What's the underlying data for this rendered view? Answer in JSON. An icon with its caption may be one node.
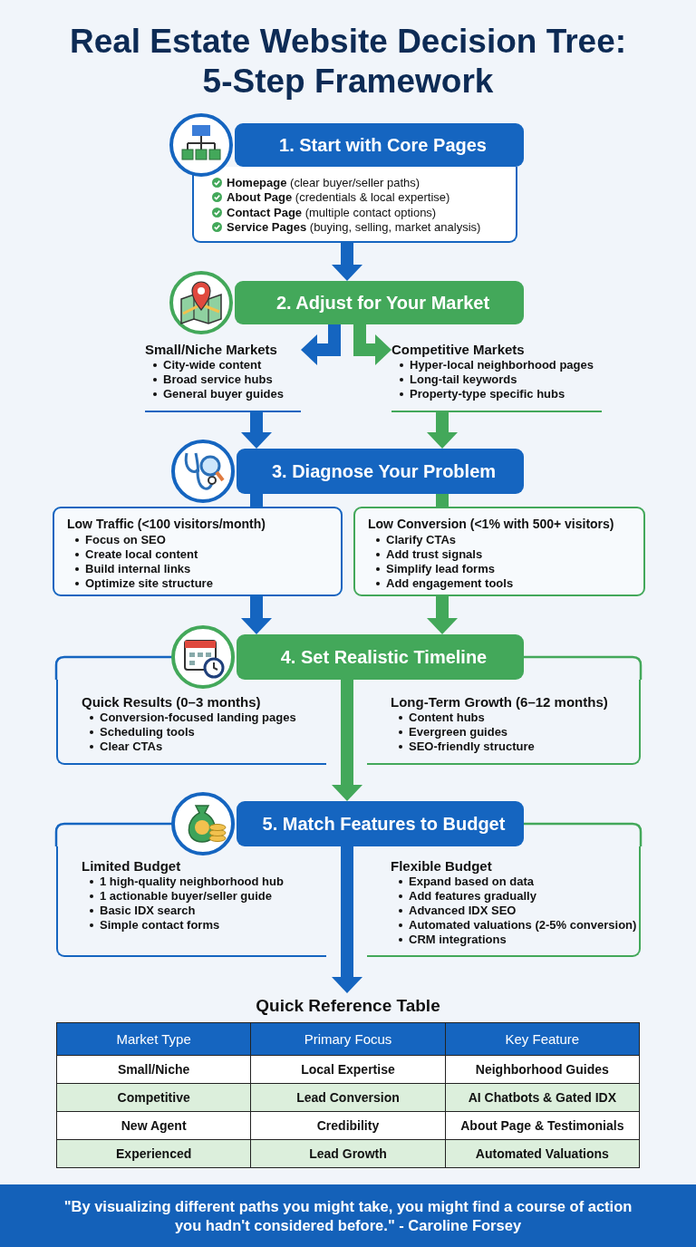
{
  "diagram": {
    "title": "Real Estate Website Decision Tree: 5-Step Framework",
    "nodes": [
      {
        "text": [
          "1. Start with Core Pages"
        ]
      },
      {
        "text": [
          "**Homepage** (clear buyer/seller paths)",
          "**About Page** (credentials & local expertise)",
          "**Contact Page** (multiple contact options)",
          "**Service Pages** (buying, selling, market analysis)"
        ]
      },
      {
        "text": [
          "2. Adjust for Your Market"
        ]
      },
      {
        "text": [
          "Small/Niche Markets",
          "City-wide content",
          "Broad service hubs",
          "General buyer guides"
        ]
      },
      {
        "text": [
          "Competitive Markets",
          "Hyper-local neighborhood pages",
          "Long-tail keywords",
          "Property-type specific hubs"
        ]
      },
      {
        "text": [
          "3. Diagnose Your Problem"
        ]
      },
      {
        "text": [
          "Low Traffic (<100 visitors/month)",
          "Focus on SEO",
          "Create local content",
          "Build internal links",
          "Optimize site structure"
        ]
      },
      {
        "text": [
          "Low Conversion (<1% with 500+ visitors)",
          "Clarify CTAs",
          "Add trust signals",
          "Simplify lead forms",
          "Add engagement tools"
        ]
      },
      {
        "text": [
          "4. Set Realistic Timeline"
        ]
      },
      {
        "text": [
          "Quick Results (0–3 months)",
          "Conversion-focused landing pages",
          "Scheduling tools",
          "Clear CTAs"
        ]
      },
      {
        "text": [
          "Long-Term Growth (6–12 months)",
          "Content hubs",
          "Evergreen guides",
          "SEO-friendly structure"
        ]
      },
      {
        "text": [
          "5. Match Features to Budget"
        ]
      },
      {
        "text": [
          "Limited Budget",
          "1 high-quality neighborhood hub",
          "1 actionable buyer/seller guide",
          "Basic IDX search",
          "Simple contact forms"
        ]
      },
      {
        "text": [
          "Flexible Budget",
          "Expand based on data",
          "Add features gradually",
          "Advanced IDX SEO",
          "Automated valuations (2-5% conversion)",
          "CRM integrations"
        ]
      },
      {
        "text": [
          "Quick Reference Table"
        ]
      }
    ],
    "edges": [
      {
        "from": 1,
        "to": 2,
        "arrow": "to"
      },
      {
        "from": 2,
        "to": 3,
        "arrow": "to"
      },
      {
        "from": 2,
        "to": 4,
        "arrow": "to",
        "color": "#43a85a"
      },
      {
        "from": 3,
        "to": 5,
        "arrow": "to"
      },
      {
        "from": 4,
        "to": 5,
        "arrow": "to",
        "color": "#43a85a"
      },
      {
        "from": 5,
        "to": 6,
        "arrow": "none"
      },
      {
        "from": 5,
        "to": 7,
        "arrow": "none",
        "color": "#43a85a"
      },
      {
        "from": 6,
        "to": 8,
        "arrow": "to"
      },
      {
        "from": 7,
        "to": 8,
        "arrow": "to",
        "color": "#43a85a"
      },
      {
        "from": 8,
        "to": 11,
        "arrow": "to",
        "color": "#43a85a"
      },
      {
        "from": 11,
        "to": 14,
        "arrow": "to"
      }
    ],
    "labels": [
      "Market Type",
      "Primary Focus",
      "Key Feature",
      "Small/Niche",
      "Local Expertise",
      "Neighborhood Guides",
      "Competitive",
      "Lead Conversion",
      "AI Chatbots & Gated IDX",
      "New Agent",
      "Credibility",
      "About Page & Testimonials",
      "Experienced",
      "Lead Growth",
      "Automated Valuations"
    ],
    "caption": "\"By visualizing different paths you might take, you might find a course of action you hadn't considered before.\" - Caroline Forsey"
  }
}
